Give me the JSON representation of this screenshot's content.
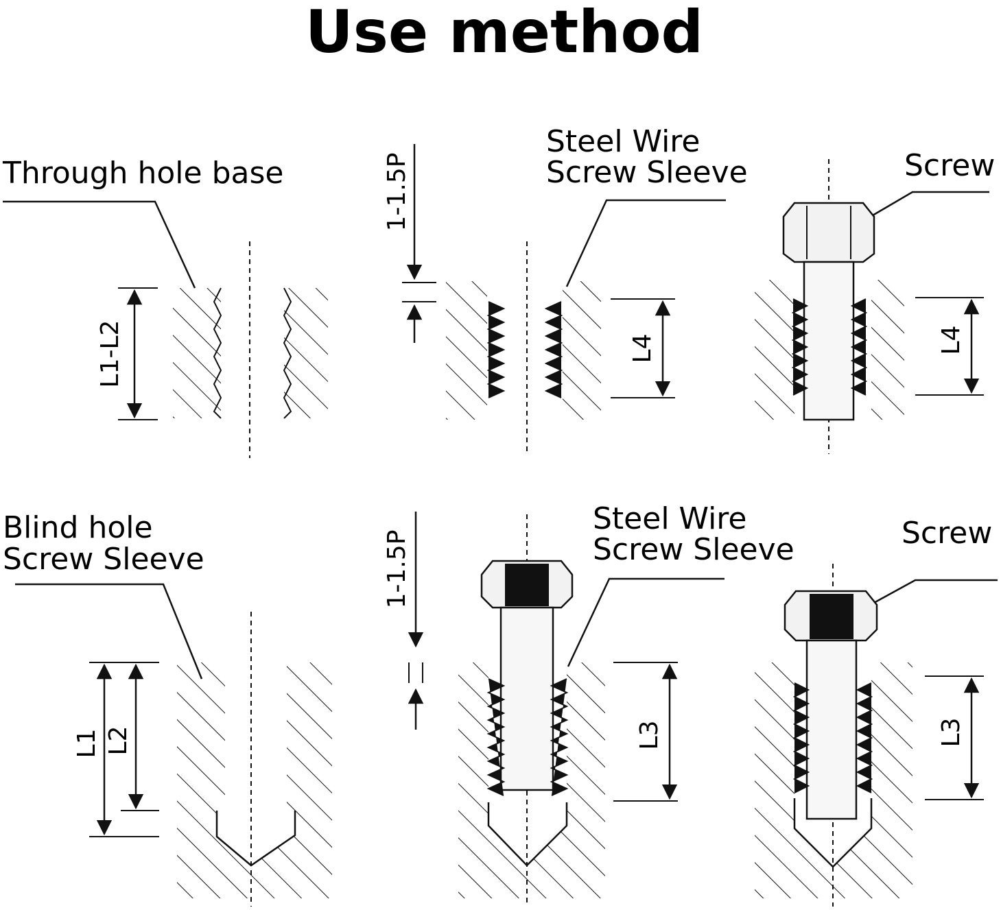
{
  "title": "Use method",
  "top_row": {
    "through_hole_label": "Through hole base",
    "dim_l1_l2": "L1-L2",
    "dim_pitch": "1-1.5P",
    "sleeve_label_line1": "Steel Wire",
    "sleeve_label_line2": "Screw Sleeve",
    "dim_l4_mid": "L4",
    "screw_label": "Screw",
    "dim_l4_right": "L4"
  },
  "bottom_row": {
    "blind_label_line1": "Blind hole",
    "blind_label_line2": "Screw Sleeve",
    "dim_l1": "L1",
    "dim_l2": "L2",
    "dim_pitch": "1-1.5P",
    "sleeve_label_line1": "Steel Wire",
    "sleeve_label_line2": "Screw Sleeve",
    "dim_l3_mid": "L3",
    "screw_label": "Screw",
    "dim_l3_right": "L3"
  },
  "colors": {
    "ink": "#111111",
    "background": "#ffffff",
    "hex_fill": "#f2f2f2"
  }
}
